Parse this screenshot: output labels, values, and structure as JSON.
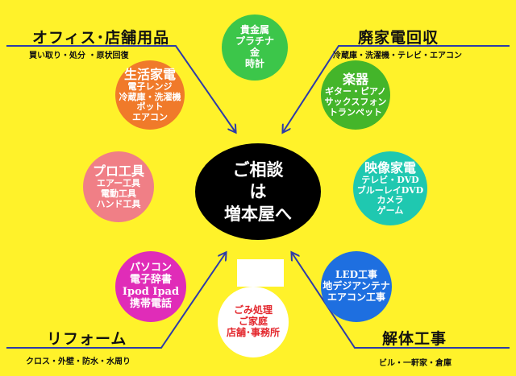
{
  "corners": {
    "top_left": {
      "title": "オフィス･店舗用品",
      "subtitle": "買い取り・処分 ・原状回復"
    },
    "top_right": {
      "title": "廃家電回収",
      "subtitle": "冷蔵庫・洗濯機・テレビ・エアコン"
    },
    "bottom_left": {
      "title": "リフォーム",
      "subtitle": "クロス・外壁・防水・水周り"
    },
    "bottom_right": {
      "title": "解体工事",
      "subtitle": "ビル・一軒家・倉庫"
    }
  },
  "center": {
    "lines": [
      "ご相談",
      "は",
      "増本屋へ"
    ]
  },
  "circles": {
    "precious_metals": {
      "lines": [
        "貴金属",
        "プラチナ",
        "金",
        "時計"
      ]
    },
    "home_appliances": {
      "title": "生活家電",
      "lines": [
        "電子レンジ",
        "冷蔵庫・洗濯機",
        "ポット",
        "エアコン"
      ]
    },
    "instruments": {
      "title": "楽器",
      "lines": [
        "ギター・ピアノ",
        "サックスフォン",
        "トランペット"
      ]
    },
    "pro_tools": {
      "title": "プロ工具",
      "lines": [
        "エアー工具",
        "電動工具",
        "ハンド工具"
      ]
    },
    "av_appliances": {
      "title": "映像家電",
      "lines": [
        "テレビ・DVD",
        "ブルーレイDVD",
        "カメラ",
        "ゲーム"
      ]
    },
    "pc": {
      "lines": [
        "パソコン",
        "電子辞書",
        "Ipod Ipad",
        "携帯電話"
      ]
    },
    "electrical_work": {
      "lines": [
        "LED工事",
        "地デジアンテナ",
        "エアコン工事"
      ]
    },
    "waste": {
      "lines": [
        "ごみ処理",
        "ご家庭",
        "店舗･事務所"
      ]
    }
  },
  "colors": {
    "background": "#FFF22A",
    "arrow": "#2E3BA8",
    "precious_metals": "#3CC64A",
    "home_appliances": "#F07A2A",
    "instruments": "#44B52A",
    "pro_tools": "#F07F86",
    "av_appliances": "#1FC8B0",
    "pc": "#E02CB8",
    "electrical_work": "#1E6FE0",
    "waste_text": "#E3262C"
  }
}
